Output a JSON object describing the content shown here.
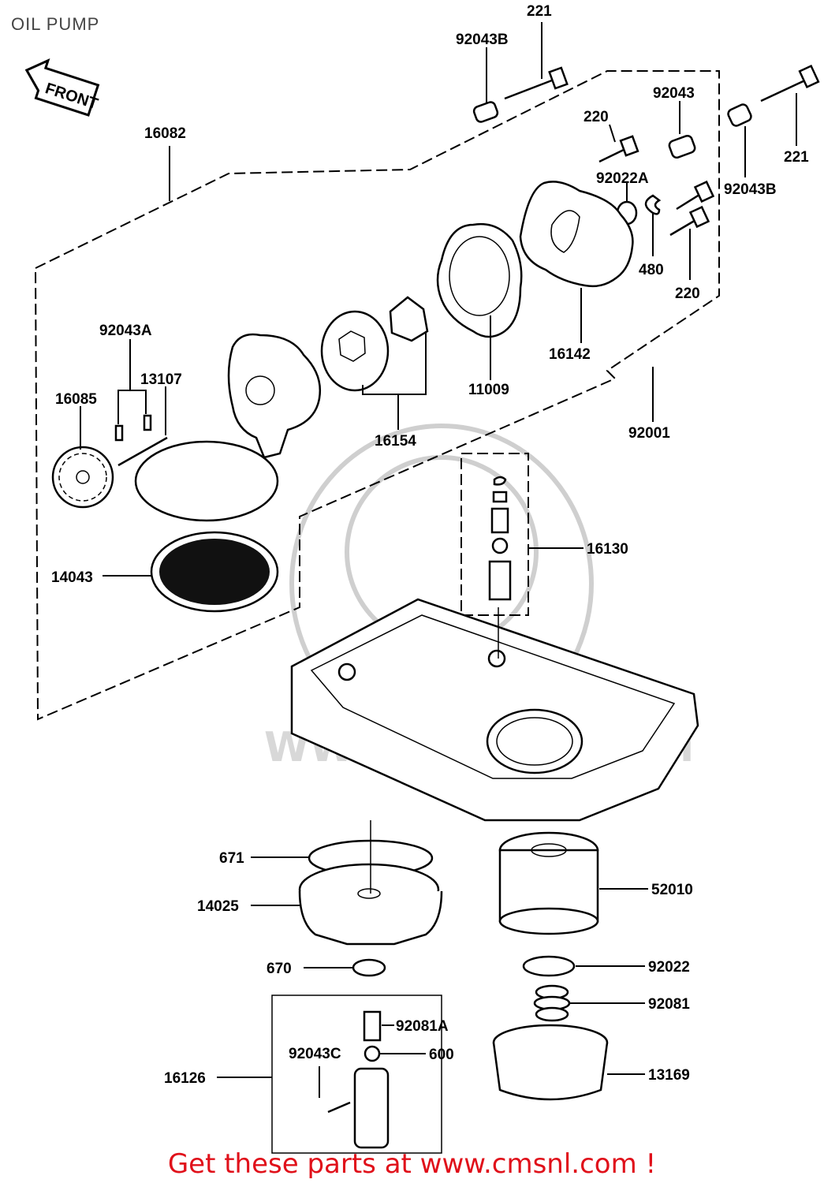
{
  "page": {
    "title": "OIL PUMP",
    "footer": "Get these parts at www.cmsnl.com !"
  },
  "badge": {
    "text": "FRONT"
  },
  "watermark": {
    "text": "WWW.CMSNL.COM",
    "logo": "CMSNL"
  },
  "parts": [
    {
      "id": "p-221-top",
      "number": "221"
    },
    {
      "id": "p-92043b-top",
      "number": "92043B"
    },
    {
      "id": "p-16082",
      "number": "16082"
    },
    {
      "id": "p-92043",
      "number": "92043"
    },
    {
      "id": "p-220-top",
      "number": "220"
    },
    {
      "id": "p-221-right",
      "number": "221"
    },
    {
      "id": "p-92022a",
      "number": "92022A"
    },
    {
      "id": "p-92043b-right",
      "number": "92043B"
    },
    {
      "id": "p-480",
      "number": "480"
    },
    {
      "id": "p-220-right",
      "number": "220"
    },
    {
      "id": "p-92043a",
      "number": "92043A"
    },
    {
      "id": "p-16142",
      "number": "16142"
    },
    {
      "id": "p-13107",
      "number": "13107"
    },
    {
      "id": "p-16085",
      "number": "16085"
    },
    {
      "id": "p-11009",
      "number": "11009"
    },
    {
      "id": "p-92001",
      "number": "92001"
    },
    {
      "id": "p-16154",
      "number": "16154"
    },
    {
      "id": "p-16130",
      "number": "16130"
    },
    {
      "id": "p-14043",
      "number": "14043"
    },
    {
      "id": "p-671",
      "number": "671"
    },
    {
      "id": "p-52010",
      "number": "52010"
    },
    {
      "id": "p-14025",
      "number": "14025"
    },
    {
      "id": "p-670",
      "number": "670"
    },
    {
      "id": "p-92022",
      "number": "92022"
    },
    {
      "id": "p-92081",
      "number": "92081"
    },
    {
      "id": "p-92081a",
      "number": "92081A"
    },
    {
      "id": "p-600",
      "number": "600"
    },
    {
      "id": "p-92043c",
      "number": "92043C"
    },
    {
      "id": "p-16126",
      "number": "16126"
    },
    {
      "id": "p-13169",
      "number": "13169"
    }
  ]
}
